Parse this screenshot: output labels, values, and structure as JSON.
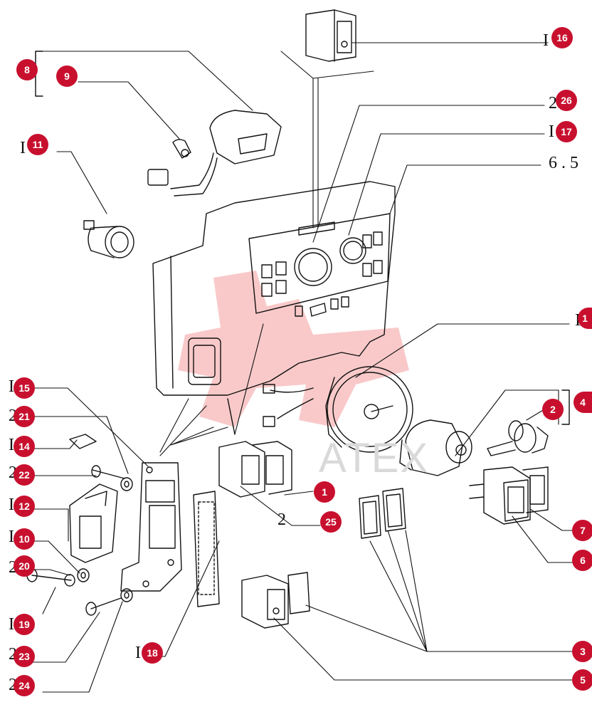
{
  "colors": {
    "badge": "#c8102e",
    "line": "#111111",
    "watermark_logo": "#f7b7b7",
    "watermark_text": "#d9d9d9"
  },
  "watermark": {
    "text": "ATEX"
  },
  "callouts": [
    {
      "id": "c16",
      "label": "16"
    },
    {
      "id": "c8",
      "label": "8"
    },
    {
      "id": "c9",
      "label": "9"
    },
    {
      "id": "c26",
      "label": "26"
    },
    {
      "id": "c17",
      "label": "17"
    },
    {
      "id": "c11",
      "label": "11"
    },
    {
      "id": "c13",
      "label": "1"
    },
    {
      "id": "c2",
      "label": "2"
    },
    {
      "id": "c4",
      "label": "4"
    },
    {
      "id": "c15",
      "label": "15"
    },
    {
      "id": "c21",
      "label": "21"
    },
    {
      "id": "c14",
      "label": "14"
    },
    {
      "id": "c22",
      "label": "22"
    },
    {
      "id": "c12",
      "label": "12"
    },
    {
      "id": "c1",
      "label": "1"
    },
    {
      "id": "c25",
      "label": "25"
    },
    {
      "id": "c10",
      "label": "10"
    },
    {
      "id": "c7",
      "label": "7"
    },
    {
      "id": "c20",
      "label": "20"
    },
    {
      "id": "c6",
      "label": "6"
    },
    {
      "id": "c19",
      "label": "19"
    },
    {
      "id": "c23",
      "label": "23"
    },
    {
      "id": "c18",
      "label": "18"
    },
    {
      "id": "c3",
      "label": "3"
    },
    {
      "id": "c24",
      "label": "24"
    },
    {
      "id": "c5",
      "label": "5"
    }
  ],
  "ghost_text": [
    {
      "id": "g16",
      "text": "I"
    },
    {
      "id": "g26",
      "text": "2"
    },
    {
      "id": "g17",
      "text": "I"
    },
    {
      "id": "g27",
      "text": "6 . 5"
    },
    {
      "id": "g11",
      "text": "I"
    },
    {
      "id": "g13",
      "text": "I"
    },
    {
      "id": "g15",
      "text": "I"
    },
    {
      "id": "g21",
      "text": "2"
    },
    {
      "id": "g14",
      "text": "I"
    },
    {
      "id": "g22",
      "text": "2"
    },
    {
      "id": "g12",
      "text": "I"
    },
    {
      "id": "g25",
      "text": "2"
    },
    {
      "id": "g10",
      "text": "I"
    },
    {
      "id": "g20",
      "text": "2"
    },
    {
      "id": "g19",
      "text": "I"
    },
    {
      "id": "g23",
      "text": "2"
    },
    {
      "id": "g18",
      "text": "I"
    },
    {
      "id": "g24",
      "text": "2"
    }
  ]
}
